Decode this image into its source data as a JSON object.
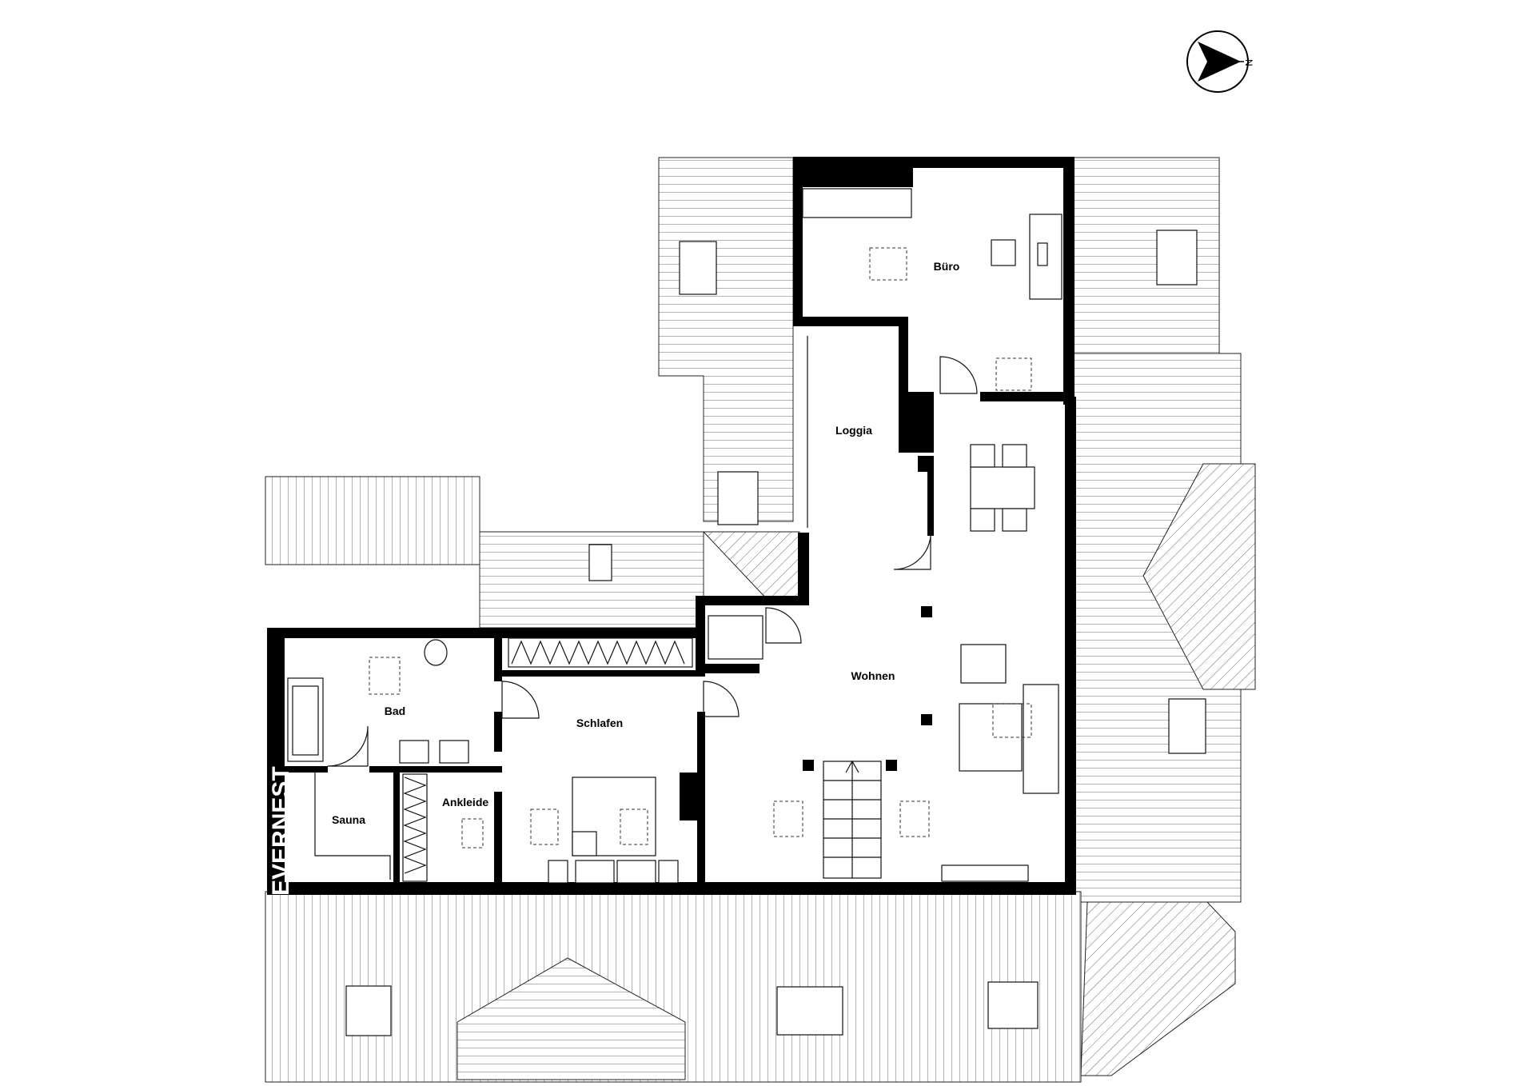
{
  "brand": "EVERNEST",
  "north_label": "N",
  "rooms": {
    "buero": "Büro",
    "loggia": "Loggia",
    "wohnen": "Wohnen",
    "bad": "Bad",
    "schlafen": "Schlafen",
    "ankleide": "Ankleide",
    "sauna": "Sauna"
  }
}
